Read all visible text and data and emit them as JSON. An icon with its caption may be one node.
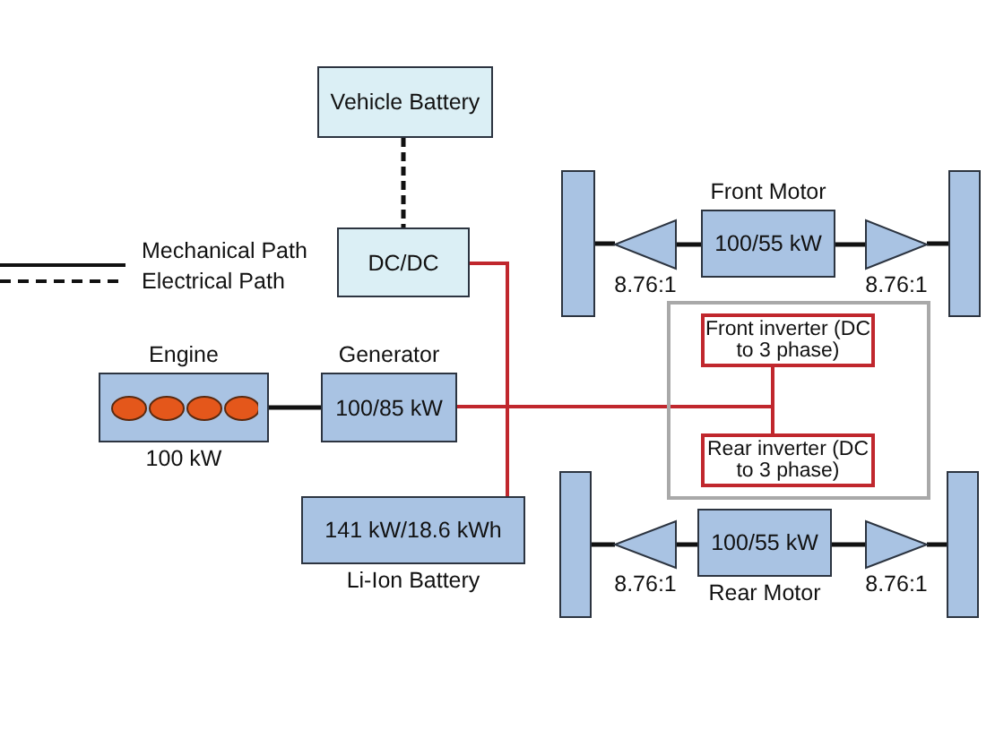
{
  "diagram": {
    "nodes": [
      {
        "text": [
          "Vehicle Battery"
        ]
      },
      {
        "text": [
          "DC/DC"
        ]
      },
      {
        "text": [
          "Engine"
        ],
        "beside": [
          "100 kW"
        ]
      },
      {
        "text": [
          "Generator",
          "100/85 kW"
        ]
      },
      {
        "text": [
          "141 kW/18.6 kWh"
        ],
        "beside": [
          "Li-Ion Battery"
        ]
      },
      {
        "text": [],
        "shape": "bar"
      },
      {
        "text": [],
        "shape": "triangle",
        "beside": [
          "8.76:1"
        ]
      },
      {
        "text": [
          "Front Motor",
          "100/55 kW"
        ]
      },
      {
        "text": [],
        "shape": "triangle",
        "beside": [
          "8.76:1"
        ]
      },
      {
        "text": [],
        "shape": "bar"
      },
      {
        "text": [],
        "shape": "box"
      },
      {
        "text": [
          "Front inverter (DC to 3 phase)"
        ],
        "in": 10
      },
      {
        "text": [
          "Rear inverter (DC to 3 phase)"
        ],
        "in": 10
      },
      {
        "text": [],
        "shape": "bar"
      },
      {
        "text": [],
        "shape": "triangle",
        "beside": [
          "8.76:1"
        ]
      },
      {
        "text": [
          "100/55 kW",
          "Rear Motor"
        ]
      },
      {
        "text": [],
        "shape": "triangle",
        "beside": [
          "8.76:1"
        ]
      },
      {
        "text": [],
        "shape": "bar"
      }
    ],
    "edges": [
      {
        "from": 0,
        "to": 1,
        "arrow": "none",
        "style": "dashed"
      },
      {
        "from": 1,
        "to": 4,
        "arrow": "none",
        "color": "#c0272d"
      },
      {
        "from": 2,
        "to": 3,
        "arrow": "none"
      },
      {
        "from": 3,
        "to": 4,
        "arrow": "none",
        "color": "#c0272d"
      },
      {
        "from": 3,
        "to": 11,
        "arrow": "none",
        "color": "#c0272d"
      },
      {
        "from": 3,
        "to": 12,
        "arrow": "none",
        "color": "#c0272d"
      },
      {
        "from": 7,
        "to": 6,
        "arrow": "none"
      },
      {
        "from": 6,
        "to": 5,
        "arrow": "none"
      },
      {
        "from": 7,
        "to": 8,
        "arrow": "none"
      },
      {
        "from": 8,
        "to": 9,
        "arrow": "none"
      },
      {
        "from": 15,
        "to": 14,
        "arrow": "none"
      },
      {
        "from": 14,
        "to": 13,
        "arrow": "none"
      },
      {
        "from": 15,
        "to": 16,
        "arrow": "none"
      },
      {
        "from": 16,
        "to": 17,
        "arrow": "none"
      }
    ],
    "legend": [
      {
        "text": "Mechanical Path"
      },
      {
        "text": "Electrical Path"
      }
    ]
  }
}
